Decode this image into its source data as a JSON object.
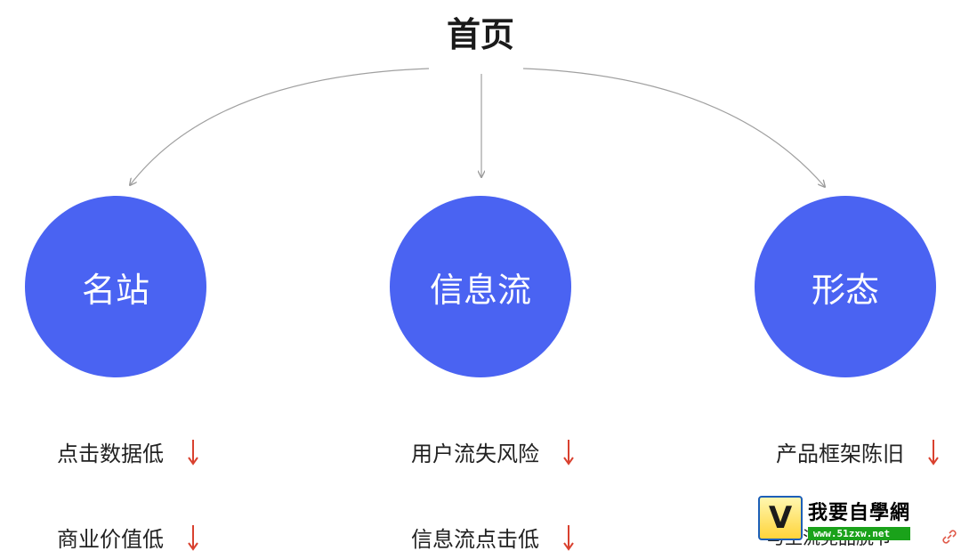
{
  "title": "首页",
  "colors": {
    "circle": "#4a63f2",
    "arrow_down": "#d9412f",
    "connector": "#a0a0a0"
  },
  "nodes": [
    {
      "label": "名站",
      "items": [
        "点击数据低",
        "商业价值低"
      ]
    },
    {
      "label": "信息流",
      "items": [
        "用户流失风险",
        "信息流点击低"
      ]
    },
    {
      "label": "形态",
      "items": [
        "产品框架陈旧",
        "与主流竞品脱节"
      ]
    }
  ],
  "watermark": {
    "name": "我要自學網",
    "url": "www.51zxw.net",
    "logo_letter": "V"
  }
}
